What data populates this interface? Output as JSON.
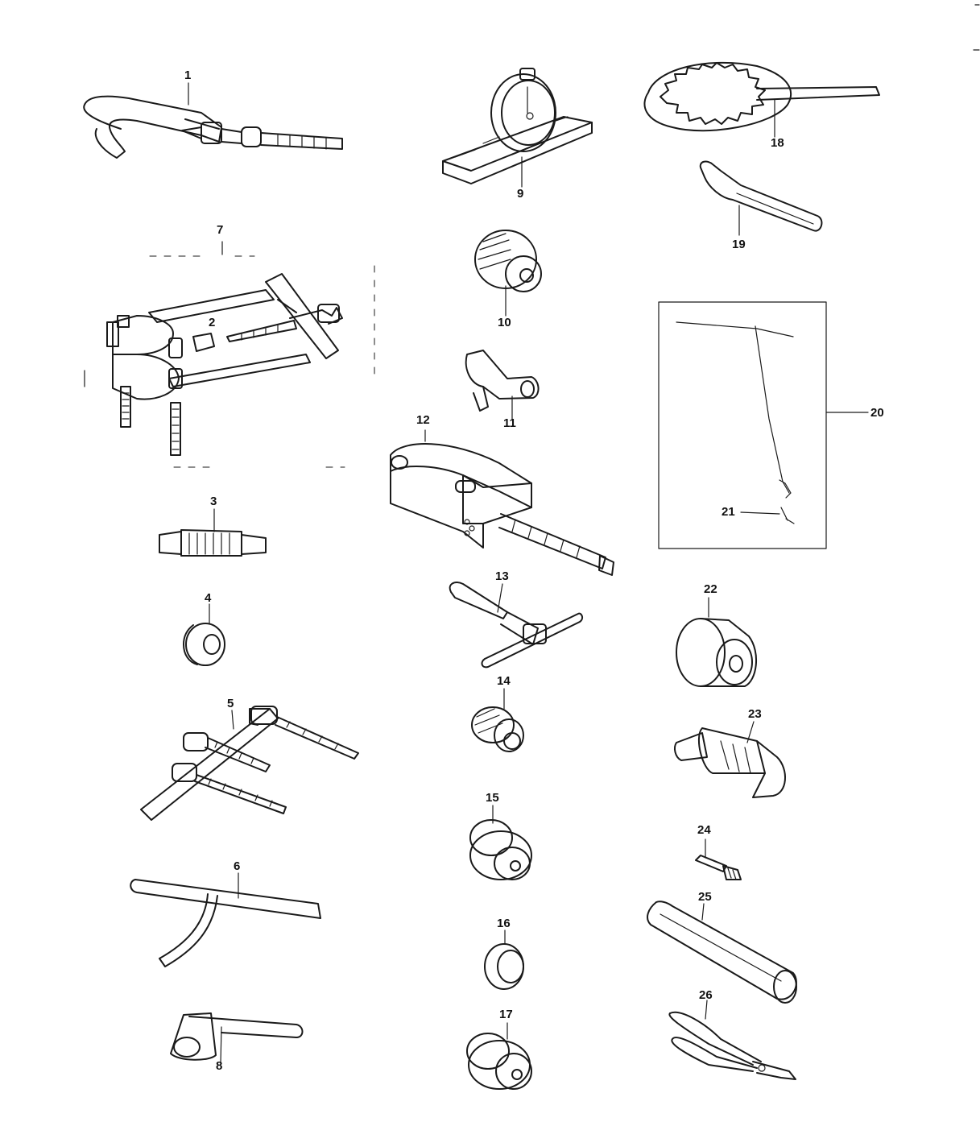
{
  "figure": {
    "labels": [
      "1",
      "2",
      "3",
      "4",
      "5",
      "6",
      "7",
      "8",
      "9",
      "10",
      "11",
      "12",
      "13",
      "14",
      "15",
      "16",
      "17",
      "18",
      "19",
      "20",
      "21",
      "22",
      "23",
      "24",
      "25",
      "26"
    ]
  }
}
